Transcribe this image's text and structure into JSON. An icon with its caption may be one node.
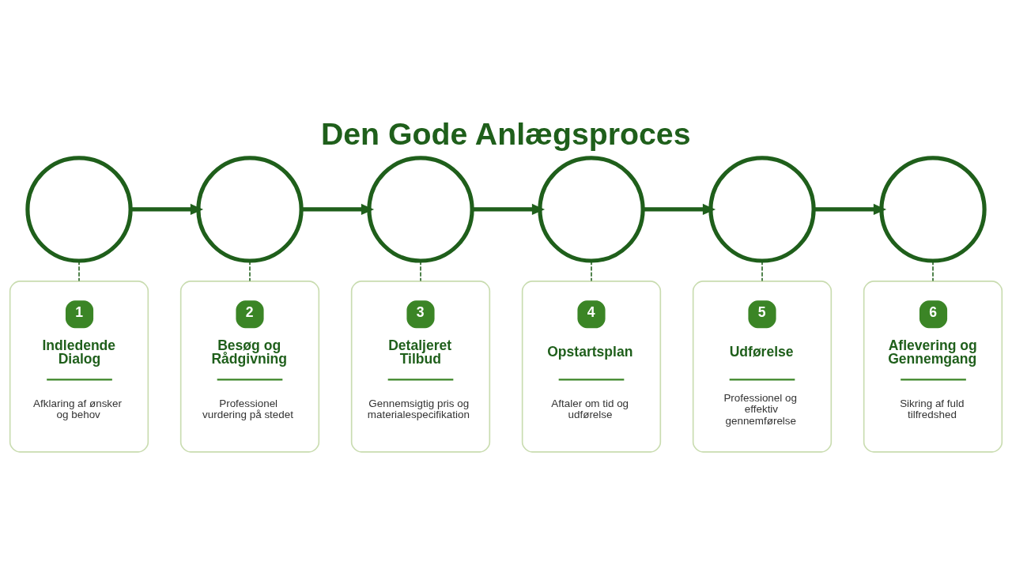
{
  "diagram": {
    "title": "Den Gode Anlægsproces",
    "nodes": [
      {
        "text": [],
        "shape": "circle"
      },
      {
        "text": [],
        "shape": "circle"
      },
      {
        "text": [],
        "shape": "circle"
      },
      {
        "text": [],
        "shape": "circle"
      },
      {
        "text": [],
        "shape": "circle"
      },
      {
        "text": [],
        "shape": "circle"
      },
      {
        "text": [
          "1",
          "Indledende Dialog",
          "Afklaring af ønsker og behov"
        ]
      },
      {
        "text": [
          "2",
          "Besøg og Rådgivning",
          "Professionel vurdering på stedet"
        ]
      },
      {
        "text": [
          "3",
          "Detaljeret Tilbud",
          "Gennemsigtig pris og materialespecifikation"
        ]
      },
      {
        "text": [
          "4",
          "Opstartsplan",
          "Aftaler om tid og udførelse"
        ]
      },
      {
        "text": [
          "5",
          "Udførelse",
          "Professionel og effektiv gennemførelse"
        ]
      },
      {
        "text": [
          "6",
          "Aflevering og Gennemgang",
          "Sikring af fuld tilfredshed"
        ]
      }
    ],
    "edges": [
      {
        "from": 0,
        "to": 1,
        "arrow": "to",
        "style": "thick"
      },
      {
        "from": 1,
        "to": 2,
        "arrow": "to",
        "style": "thick"
      },
      {
        "from": 2,
        "to": 3,
        "arrow": "to",
        "style": "thick"
      },
      {
        "from": 3,
        "to": 4,
        "arrow": "to",
        "style": "thick"
      },
      {
        "from": 4,
        "to": 5,
        "arrow": "to",
        "style": "thick"
      },
      {
        "from": 0,
        "to": 6,
        "arrow": "none",
        "style": "dashed"
      },
      {
        "from": 1,
        "to": 7,
        "arrow": "none",
        "style": "dashed"
      },
      {
        "from": 2,
        "to": 8,
        "arrow": "none",
        "style": "dashed"
      },
      {
        "from": 3,
        "to": 9,
        "arrow": "none",
        "style": "dashed"
      },
      {
        "from": 4,
        "to": 10,
        "arrow": "none",
        "style": "dashed"
      },
      {
        "from": 5,
        "to": 11,
        "arrow": "none",
        "style": "dashed"
      }
    ]
  }
}
